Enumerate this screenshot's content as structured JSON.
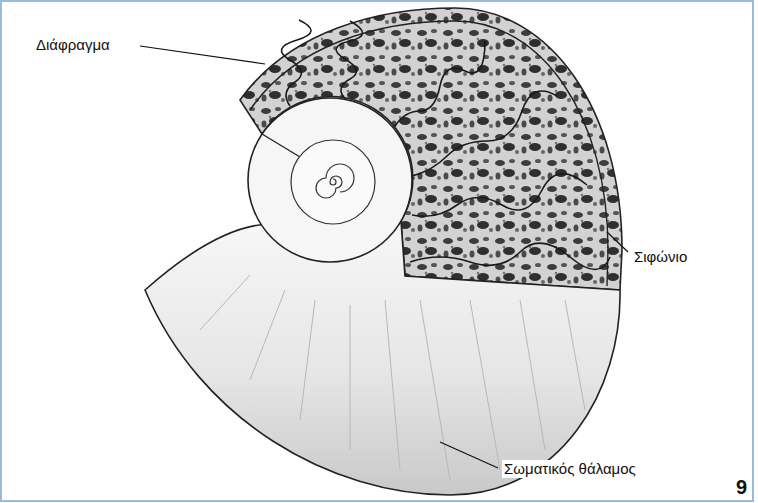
{
  "diagram": {
    "labels": [
      "Διάφραγμα",
      "Σιφώνιο",
      "Σωματικός θάλαμος",
      "9"
    ]
  }
}
